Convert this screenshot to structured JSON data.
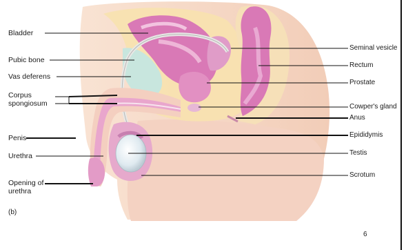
{
  "figure": {
    "panel_letter": "(b)",
    "page_number": "6",
    "labels_left": [
      "Bladder",
      "Pubic bone",
      "Vas deferens",
      "Corpus\nspongiosum",
      "Penis",
      "Urethra",
      "Opening of\nurethra"
    ],
    "labels_right": [
      "Seminal vesicle",
      "Rectum",
      "Prostate",
      "Cowper's gland",
      "Anus",
      "Epididymis",
      "Testis",
      "Scrotum"
    ]
  },
  "colors": {
    "skin": "#f6dcc8",
    "fat": "#f8e2b0",
    "pink": "#d979b6",
    "bone": "#c8e6de",
    "tube": "#f1f1ef"
  }
}
